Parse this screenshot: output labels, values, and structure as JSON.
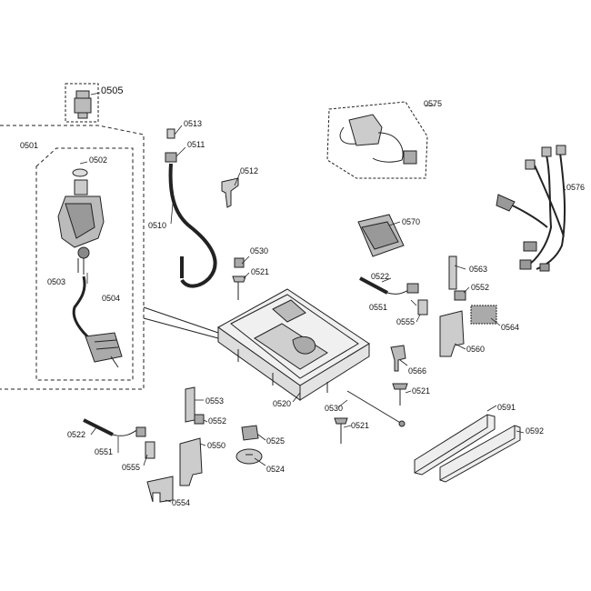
{
  "diagram": {
    "labels": {
      "p0505": "0505",
      "p0501": "0501",
      "p0502": "0502",
      "p0503": "0503",
      "p0504": "0504",
      "p0513": "0513",
      "p0511": "0511",
      "p0510": "0510",
      "p0512": "0512",
      "p0575": "0575",
      "p0576": "0576",
      "p0570": "0570",
      "p0530a": "0530",
      "p0521a": "0521",
      "p0522a": "0522",
      "p0551a": "0551",
      "p0555a": "0555",
      "p0563": "0563",
      "p0552a": "0552",
      "p0564": "0564",
      "p0560": "0560",
      "p0566": "0566",
      "p0520": "0520",
      "p0553": "0553",
      "p0552b": "0552",
      "p0550": "0550",
      "p0525": "0525",
      "p0524": "0524",
      "p0522b": "0522",
      "p0551b": "0551",
      "p0555b": "0555",
      "p0554": "0554",
      "p0530b": "0530",
      "p0521b": "0521",
      "p0521c": "0521",
      "p0591": "0591",
      "p0592": "0592"
    }
  }
}
